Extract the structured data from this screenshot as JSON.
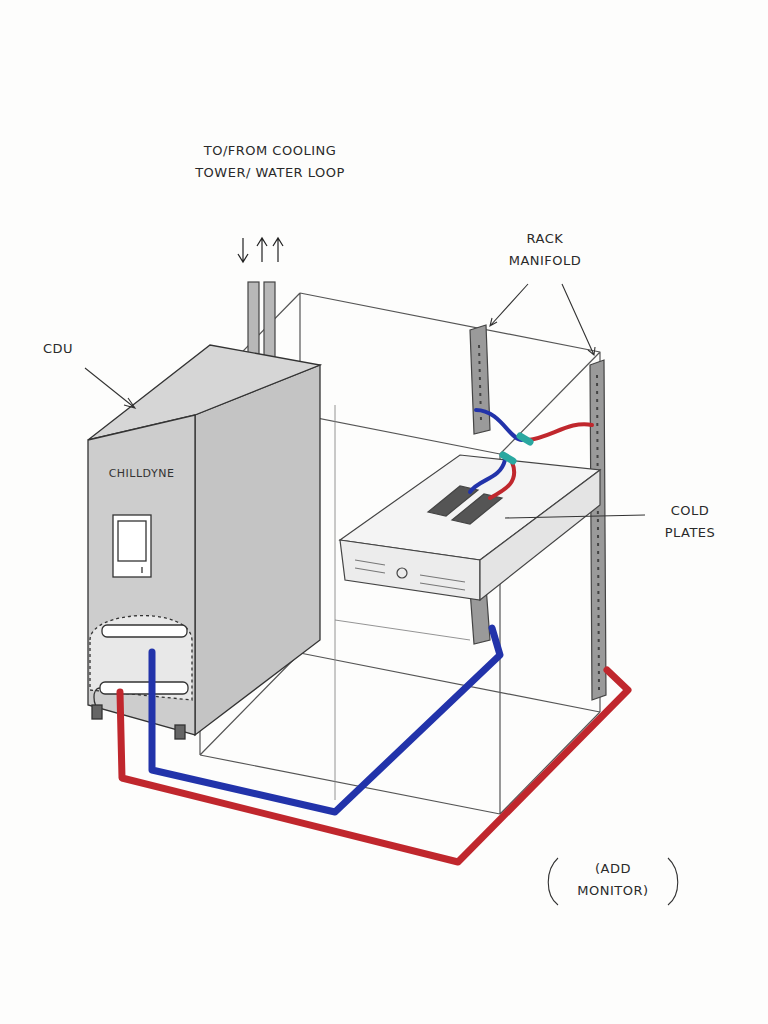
{
  "diagram": {
    "nodes": [
      {
        "text": [
          "CHILLDYNE"
        ]
      }
    ],
    "labels": [
      "TO/FROM COOLING TOWER/ WATER LOOP",
      "CDU",
      "RACK MANIFOLD",
      "COLD PLATES",
      "(ADD MONITOR)"
    ]
  }
}
